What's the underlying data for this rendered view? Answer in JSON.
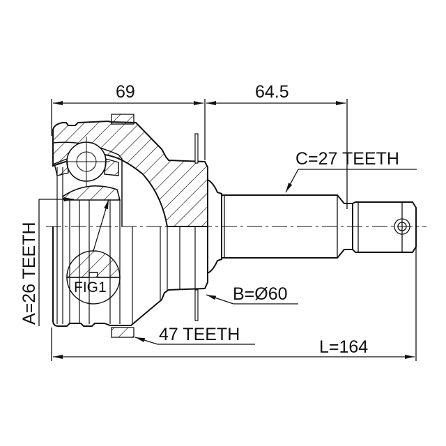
{
  "drawing": {
    "subject": "CV joint outer (drive shaft joint) cross-section",
    "line_color": "#111111",
    "background": "#ffffff"
  },
  "dimensions": {
    "top_left": "69",
    "top_right": "64.5",
    "overall_length": "L=164"
  },
  "callouts": {
    "shaft_spline": "C=27 TEETH",
    "inner_spline": "A=26 TEETH",
    "seal_diameter": "B=Ø60",
    "abs_ring": "47 TEETH",
    "detail": "FIG1"
  }
}
